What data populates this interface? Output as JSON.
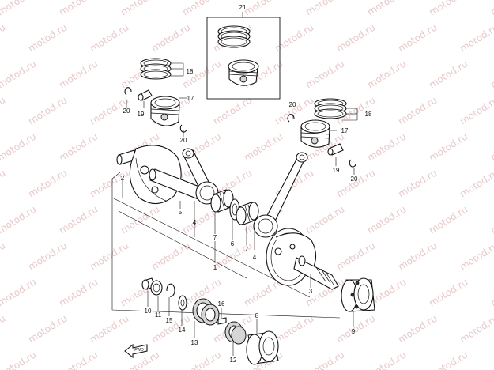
{
  "watermark": "motod.ru",
  "fwd_label": "FWD",
  "callouts": {
    "c1": "1",
    "c2": "2",
    "c3": "3",
    "c4a": "4",
    "c4b": "4",
    "c5": "5",
    "c6": "6",
    "c7a": "7",
    "c7b": "7",
    "c8": "8",
    "c9": "9",
    "c10": "10",
    "c11": "11",
    "c12": "12",
    "c13": "13",
    "c14": "14",
    "c15": "15",
    "c16": "16",
    "c17a": "17",
    "c17b": "17",
    "c18a": "18",
    "c18b": "18",
    "c19a": "19",
    "c19b": "19",
    "c20a": "20",
    "c20b": "20",
    "c20c": "20",
    "c20d": "20",
    "c21": "21"
  }
}
